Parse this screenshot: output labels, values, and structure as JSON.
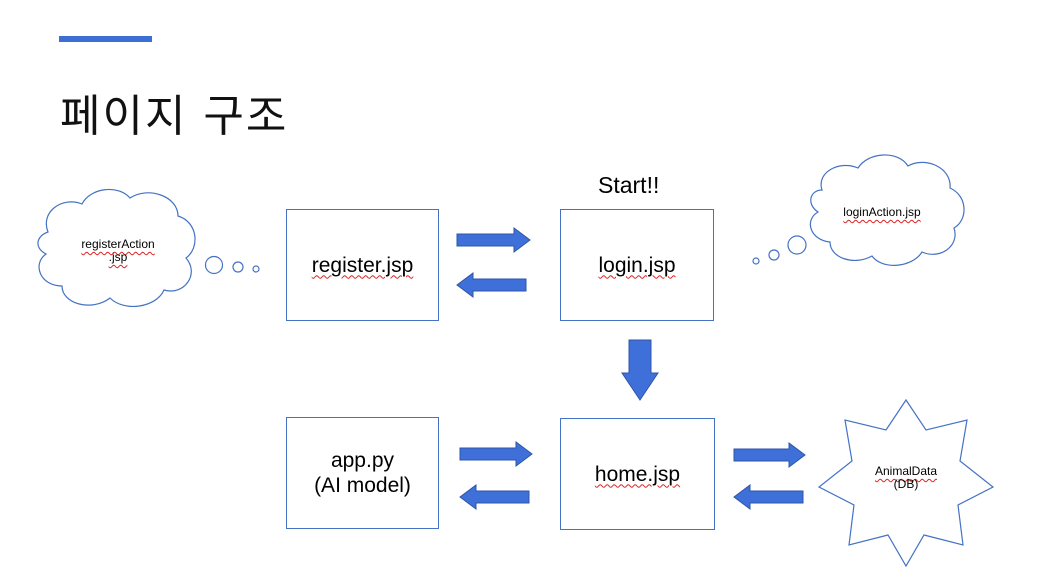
{
  "slide": {
    "title": "페이지 구조",
    "start_label": "Start!!"
  },
  "nodes": {
    "register": {
      "label": "register.jsp"
    },
    "login": {
      "label": "login.jsp"
    },
    "home": {
      "label": "home.jsp"
    },
    "app": {
      "line1": "app.py",
      "line2": "(AI model)"
    }
  },
  "thoughts": {
    "register_action": {
      "line1": "registerAction",
      "line2": ".jsp"
    },
    "login_action": {
      "label": "loginAction.jsp"
    }
  },
  "database": {
    "line1": "AnimalData",
    "line2": "(DB)"
  },
  "colors": {
    "accent": "#3b6fd4",
    "box_border": "#4472c4",
    "arrow_fill": "#3f6fd8",
    "arrow_stroke": "#2f55a8",
    "spellcheck": "#e02020"
  }
}
